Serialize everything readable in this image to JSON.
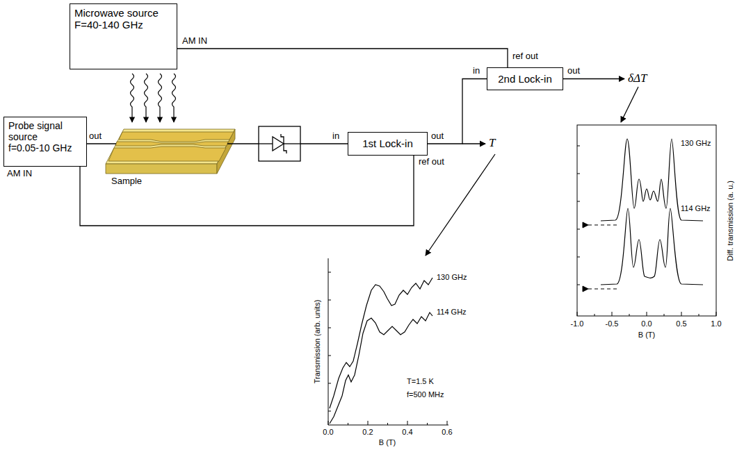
{
  "diagram": {
    "nodes": [
      {
        "text": [
          "Microwave source",
          "F=40-140 GHz"
        ]
      },
      {
        "text": [
          "Probe signal source",
          "f=0.05-10 GHz"
        ]
      },
      {
        "text": [
          "1st Lock-in"
        ]
      },
      {
        "text": [
          "2nd Lock-in"
        ]
      }
    ],
    "edges": [
      {
        "from": 3,
        "to": 0,
        "arrow": "none"
      },
      {
        "from": 2,
        "to": 1,
        "arrow": "none"
      },
      {
        "from": 2,
        "to": 3,
        "arrow": "none"
      }
    ],
    "labels": [
      "AM IN",
      "ref out",
      "in",
      "out",
      "δΔT",
      "out",
      "AM IN",
      "Sample",
      "in",
      "out",
      "ref out",
      "T",
      "Transmission (arb. units)",
      "130 GHz",
      "114 GHz",
      "T=1.5 K",
      "f=500 MHz",
      "0.0",
      "0.2",
      "0.4",
      "0.6",
      "B (T)",
      "Diff. transmission (a. u.)",
      "130 GHz",
      "114 GHz",
      "-1.0",
      "-0.5",
      "0.0",
      "0.5",
      "1.0",
      "B (T)"
    ]
  }
}
